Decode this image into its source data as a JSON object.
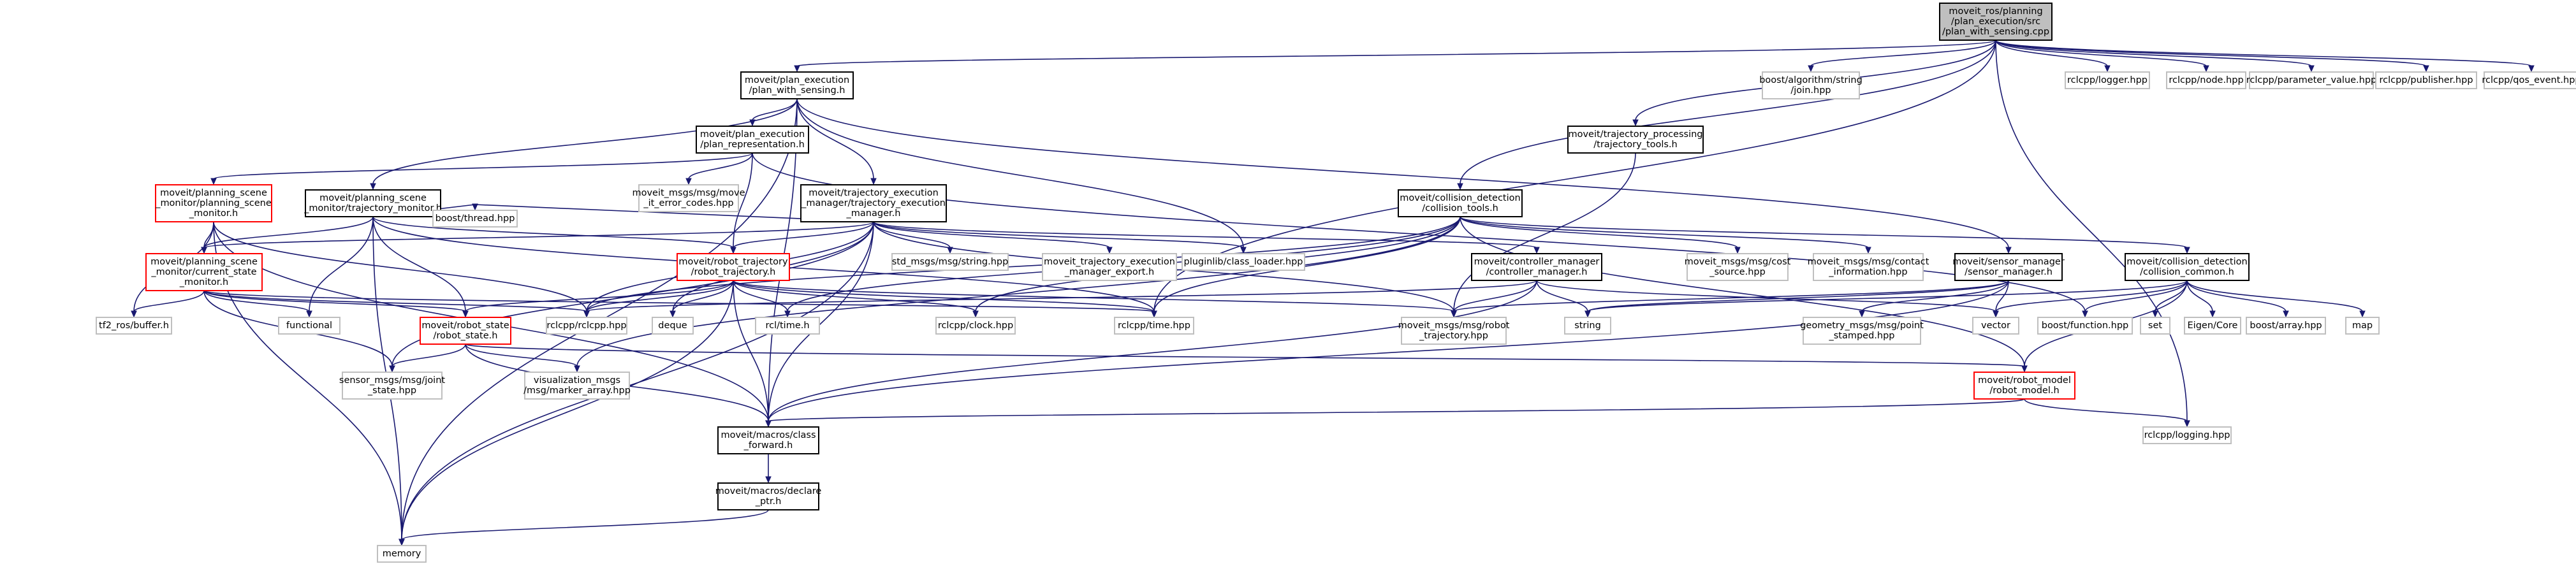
{
  "nodes": {
    "root": [
      "moveit_ros/planning",
      "/plan_execution/src",
      "/plan_with_sensing.cpp"
    ],
    "pws_h": [
      "moveit/plan_execution",
      "/plan_with_sensing.h"
    ],
    "alg_join": [
      "boost/algorithm/string",
      "/join.hpp"
    ],
    "logger": [
      "rclcpp/logger.hpp"
    ],
    "node": [
      "rclcpp/node.hpp"
    ],
    "param": [
      "rclcpp/parameter_value.hpp"
    ],
    "publisher": [
      "rclcpp/publisher.hpp"
    ],
    "qos_event": [
      "rclcpp/qos_event.hpp"
    ],
    "plan_rep": [
      "moveit/plan_execution",
      "/plan_representation.h"
    ],
    "traj_tools": [
      "moveit/trajectory_processing",
      "/trajectory_tools.h"
    ],
    "move_it_err": [
      "moveit_msgs/msg/move",
      "_it_error_codes.hpp"
    ],
    "psm": [
      "moveit/planning_scene",
      "_monitor/planning_scene",
      "_monitor.h"
    ],
    "traj_mon": [
      "moveit/planning_scene",
      "_monitor/trajectory_monitor.h"
    ],
    "tem": [
      "moveit/trajectory_execution",
      "_manager/trajectory_execution",
      "_manager.h"
    ],
    "coll_tools": [
      "moveit/collision_detection",
      "/collision_tools.h"
    ],
    "boost_thread": [
      "boost/thread.hpp"
    ],
    "robot_traj": [
      "moveit/robot_trajectory",
      "/robot_trajectory.h"
    ],
    "std_string": [
      "std_msgs/msg/string.hpp"
    ],
    "tem_export": [
      "moveit_trajectory_execution",
      "_manager_export.h"
    ],
    "pluginlib": [
      "pluginlib/class_loader.hpp"
    ],
    "ctrl_mgr": [
      "moveit/controller_manager",
      "/controller_manager.h"
    ],
    "cost_src": [
      "moveit_msgs/msg/cost",
      "_source.hpp"
    ],
    "contact_info": [
      "moveit_msgs/msg/contact",
      "_information.hpp"
    ],
    "sensor_mgr": [
      "moveit/sensor_manager",
      "/sensor_manager.h"
    ],
    "coll_common": [
      "moveit/collision_detection",
      "/collision_common.h"
    ],
    "cur_state": [
      "moveit/planning_scene",
      "_monitor/current_state",
      "_monitor.h"
    ],
    "tf2_buf": [
      "tf2_ros/buffer.h"
    ],
    "functional": [
      "functional"
    ],
    "robot_state": [
      "moveit/robot_state",
      "/robot_state.h"
    ],
    "rclcpp_hpp": [
      "rclcpp/rclcpp.hpp"
    ],
    "deque": [
      "deque"
    ],
    "rcl_time": [
      "rcl/time.h"
    ],
    "clock": [
      "rclcpp/clock.hpp"
    ],
    "time": [
      "rclcpp/time.hpp"
    ],
    "robot_traj_msg": [
      "moveit_msgs/msg/robot",
      "_trajectory.hpp"
    ],
    "string": [
      "string"
    ],
    "geom_point": [
      "geometry_msgs/msg/point",
      "_stamped.hpp"
    ],
    "vector": [
      "vector"
    ],
    "boost_func": [
      "boost/function.hpp"
    ],
    "set": [
      "set"
    ],
    "eigen": [
      "Eigen/Core"
    ],
    "boost_array": [
      "boost/array.hpp"
    ],
    "map": [
      "map"
    ],
    "joint_state": [
      "sensor_msgs/msg/joint",
      "_state.hpp"
    ],
    "marker_arr": [
      "visualization_msgs",
      "/msg/marker_array.hpp"
    ],
    "robot_model": [
      "moveit/robot_model",
      "/robot_model.h"
    ],
    "class_fwd": [
      "moveit/macros/class",
      "_forward.h"
    ],
    "rcl_logging": [
      "rclcpp/logging.hpp"
    ],
    "declare_ptr": [
      "moveit/macros/declare",
      "_ptr.h"
    ],
    "memory": [
      "memory"
    ]
  },
  "colors": {
    "edge": "#191970",
    "documented_border": "#000000",
    "truncated_border": "#ff0000",
    "external_border": "#bfbfbf",
    "root_fill": "#bfbfbf"
  }
}
